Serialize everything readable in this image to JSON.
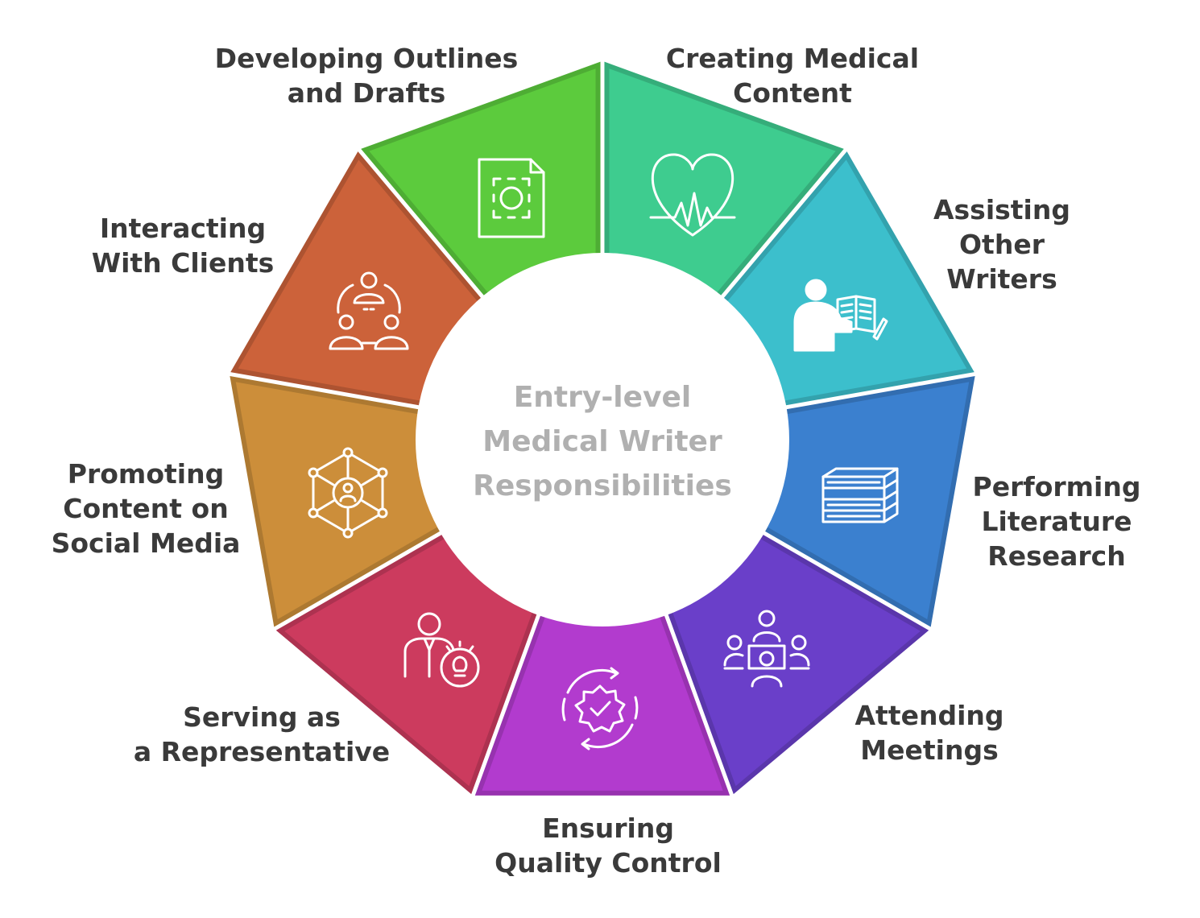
{
  "title_lines": [
    "Entry-level",
    "Medical Writer",
    "Responsibilities"
  ],
  "segments": [
    {
      "label_lines": [
        "Creating Medical",
        "Content"
      ],
      "icon": "heart-pulse-icon",
      "color": "#3ecc8f"
    },
    {
      "label_lines": [
        "Assisting",
        "Other",
        "Writers"
      ],
      "icon": "person-reading-book-icon",
      "color": "#3cbfcc"
    },
    {
      "label_lines": [
        "Performing",
        "Literature",
        "Research"
      ],
      "icon": "stacked-books-icon",
      "color": "#3b80cf"
    },
    {
      "label_lines": [
        "Attending",
        "Meetings"
      ],
      "icon": "meeting-table-icon",
      "color": "#6a3fc9"
    },
    {
      "label_lines": [
        "Ensuring",
        "Quality Control"
      ],
      "icon": "quality-badge-cycle-icon",
      "color": "#b23bce"
    },
    {
      "label_lines": [
        "Serving as",
        "a Representative"
      ],
      "icon": "businessman-idea-icon",
      "color": "#cc3b5e"
    },
    {
      "label_lines": [
        "Promoting",
        "Content on",
        "Social Media"
      ],
      "icon": "social-network-icon",
      "color": "#cc8e3a"
    },
    {
      "label_lines": [
        "Interacting",
        "With Clients"
      ],
      "icon": "client-group-icon",
      "color": "#cc623a"
    },
    {
      "label_lines": [
        "Developing Outlines",
        "and Drafts"
      ],
      "icon": "document-draft-icon",
      "color": "#5ccb3d"
    }
  ]
}
